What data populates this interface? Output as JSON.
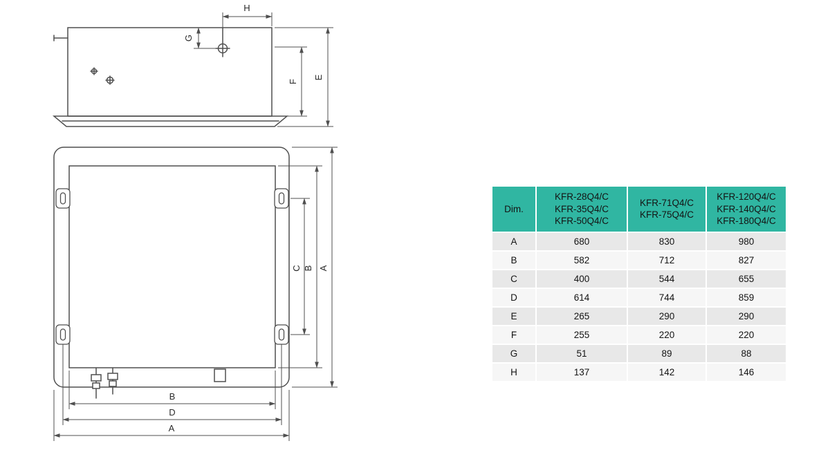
{
  "diagram": {
    "dims": {
      "A": "A",
      "B": "B",
      "C": "C",
      "D": "D",
      "E": "E",
      "F": "F",
      "G": "G",
      "H": "H"
    }
  },
  "table": {
    "header": {
      "dim_label": "Dim.",
      "columns": [
        {
          "lines": [
            "KFR-28Q4/C",
            "KFR-35Q4/C",
            "KFR-50Q4/C"
          ]
        },
        {
          "lines": [
            "KFR-71Q4/C",
            "KFR-75Q4/C"
          ]
        },
        {
          "lines": [
            "KFR-120Q4/C",
            "KFR-140Q4/C",
            "KFR-180Q4/C"
          ]
        }
      ]
    },
    "rows": [
      {
        "dim": "A",
        "values": [
          "680",
          "830",
          "980"
        ]
      },
      {
        "dim": "B",
        "values": [
          "582",
          "712",
          "827"
        ]
      },
      {
        "dim": "C",
        "values": [
          "400",
          "544",
          "655"
        ]
      },
      {
        "dim": "D",
        "values": [
          "614",
          "744",
          "859"
        ]
      },
      {
        "dim": "E",
        "values": [
          "265",
          "290",
          "290"
        ]
      },
      {
        "dim": "F",
        "values": [
          "255",
          "220",
          "220"
        ]
      },
      {
        "dim": "G",
        "values": [
          "51",
          "89",
          "88"
        ]
      },
      {
        "dim": "H",
        "values": [
          "137",
          "142",
          "146"
        ]
      }
    ]
  },
  "colors": {
    "table_header_bg": "#30b6a2",
    "row_alt_bg": "#e8e8e8",
    "row_bg": "#f6f6f6",
    "line_color": "#4f4f4f"
  }
}
